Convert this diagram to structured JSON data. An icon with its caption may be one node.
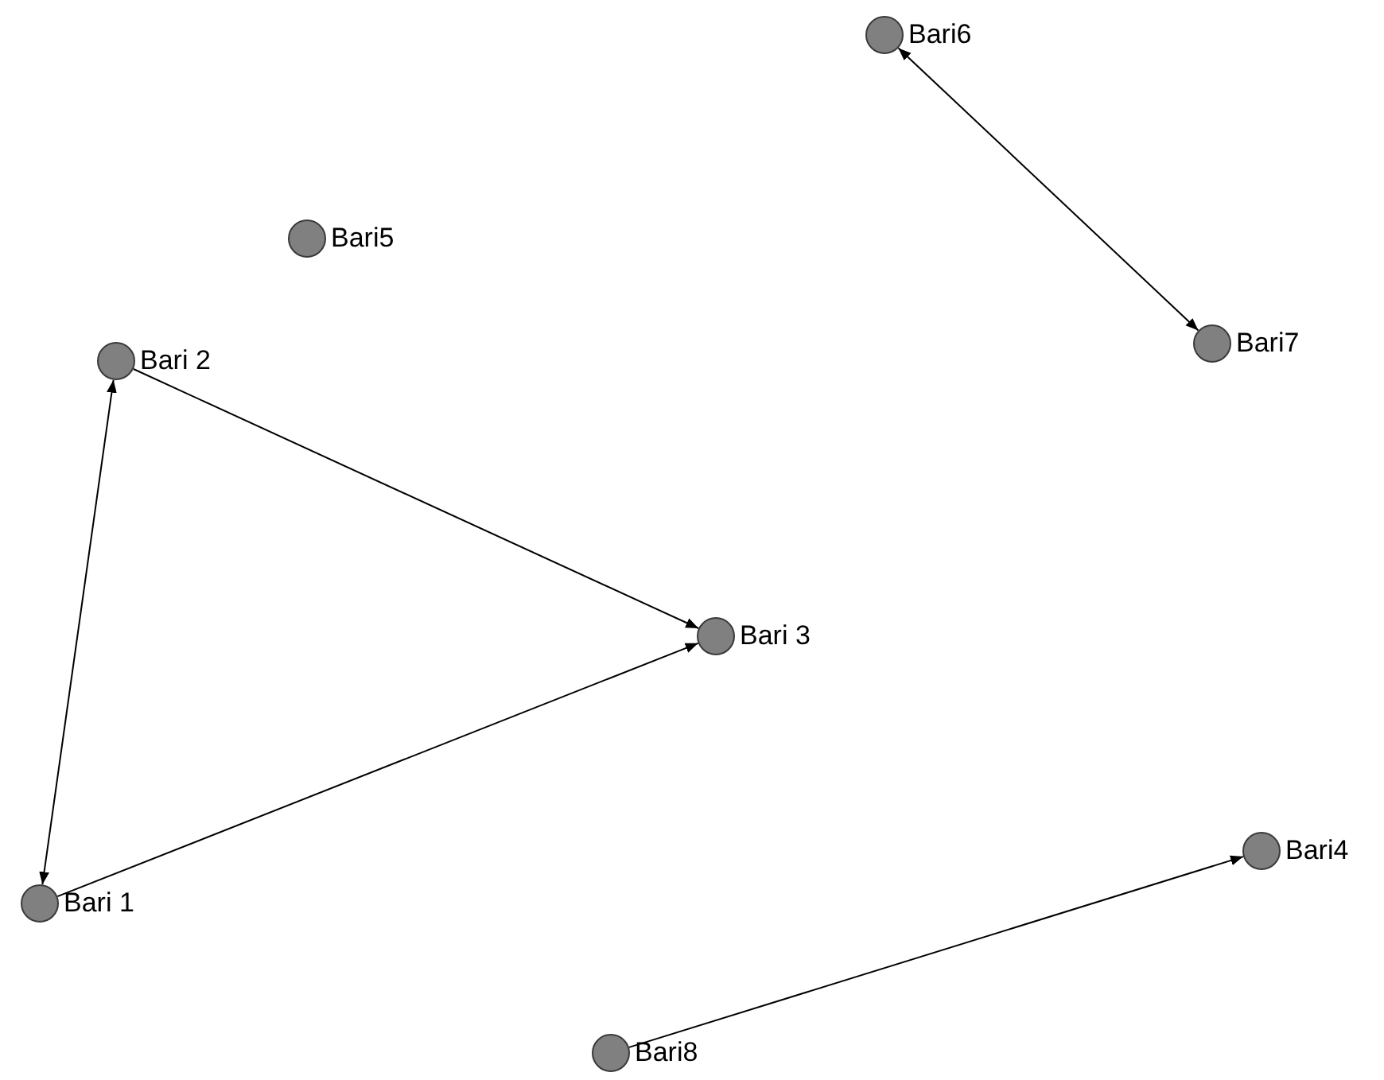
{
  "diagram": {
    "nodes": [
      {
        "text": [
          "Bari6"
        ]
      },
      {
        "text": [
          "Bari5"
        ]
      },
      {
        "text": [
          "Bari 2"
        ]
      },
      {
        "text": [
          "Bari7"
        ]
      },
      {
        "text": [
          "Bari 3"
        ]
      },
      {
        "text": [
          "Bari4"
        ]
      },
      {
        "text": [
          "Bari 1"
        ]
      },
      {
        "text": [
          "Bari8"
        ]
      }
    ],
    "edges": [
      {
        "from": 0,
        "to": 3,
        "arrow": "both"
      },
      {
        "from": 2,
        "to": 6,
        "arrow": "both"
      },
      {
        "from": 2,
        "to": 4,
        "arrow": "to"
      },
      {
        "from": 6,
        "to": 4,
        "arrow": "to"
      },
      {
        "from": 7,
        "to": 5,
        "arrow": "to"
      }
    ]
  }
}
